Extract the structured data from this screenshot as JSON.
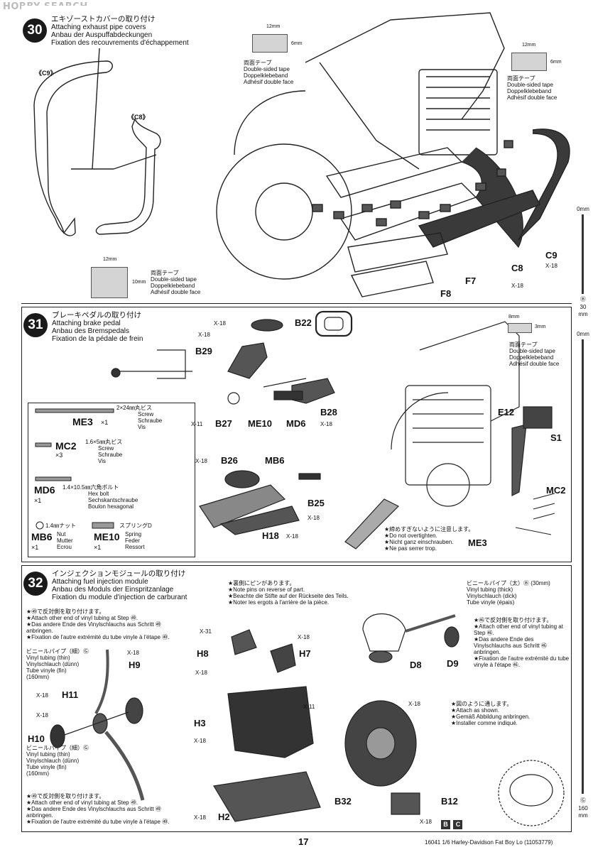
{
  "watermark": "HOBBY SEARCH",
  "step30": {
    "number": "30",
    "title_jp": "エキゾーストカバーの取り付け",
    "title_en": "Attaching exhaust pipe covers",
    "title_de": "Anbau der Auspuffabdeckungen",
    "title_fr": "Fixation des recouvrements d'échappement",
    "part_c9": "《C9》",
    "part_c8": "《C8》",
    "tape_top": {
      "w": "12mm",
      "h": "6mm",
      "jp": "両面テープ",
      "en": "Double-sided tape",
      "de": "Doppelklebeband",
      "fr": "Adhésif double face"
    },
    "tape_right": {
      "w": "12mm",
      "h": "6mm",
      "jp": "両面テープ",
      "en": "Double-sided tape",
      "de": "Doppelklebeband",
      "fr": "Adhésif double face"
    },
    "tape_bottom": {
      "w": "12mm",
      "h": "10mm",
      "jp": "両面テープ",
      "en": "Double-sided tape",
      "de": "Doppelklebeband",
      "fr": "Adhésif double face"
    },
    "labels": {
      "c9": "C9",
      "c9_x": "X-18",
      "c8": "C8",
      "c8_x": "X-18",
      "f7": "F7",
      "f8": "F8"
    }
  },
  "step31": {
    "number": "31",
    "title_jp": "ブレーキペダルの取り付け",
    "title_en": "Attaching brake pedal",
    "title_de": "Anbau des Bremspedals",
    "title_fr": "Fixation de la pédale de frein",
    "parts": {
      "me3": {
        "code": "ME3",
        "qty": "×1",
        "jp": "2×24㎜丸ビス",
        "en": "Screw",
        "de": "Schraube",
        "fr": "Vis"
      },
      "mc2": {
        "code": "MC2",
        "qty": "×3",
        "jp": "1.6×5㎜丸ビス",
        "en": "Screw",
        "de": "Schraube",
        "fr": "Vis"
      },
      "md6": {
        "code": "MD6",
        "qty": "×1",
        "jp": "1.4×10.5㎜六角ボルト",
        "en": "Hex bolt",
        "de": "Sechskantschraube",
        "fr": "Boulon hexagonal"
      },
      "mb6": {
        "code": "MB6",
        "qty": "×1",
        "jp": "1.4㎜ナット",
        "en": "Nut",
        "de": "Mutter",
        "fr": "Ecrou"
      },
      "me10": {
        "code": "ME10",
        "qty": "×1",
        "jp": "スプリングD",
        "en": "Spring",
        "de": "Feder",
        "fr": "Ressort"
      }
    },
    "labels": {
      "b22": "B22",
      "b22_x": "X-18",
      "b29": "B29",
      "b29_x": "X-18",
      "b27": "B27",
      "b27_x": "X-11",
      "me10": "ME10",
      "md6": "MD6",
      "b28": "B28",
      "b28_x": "X-18",
      "b26": "B26",
      "b26_x": "X-18",
      "mb6": "MB6",
      "b25": "B25",
      "b25_x": "X-18",
      "h18": "H18",
      "h18_x": "X-18",
      "e12": "E12",
      "s1": "S1",
      "mc2": "MC2",
      "me3": "ME3"
    },
    "tape": {
      "w": "8mm",
      "h": "3mm",
      "jp": "両面テープ",
      "en": "Double-sided tape",
      "de": "Doppelklebeband",
      "fr": "Adhésif double face"
    },
    "note": {
      "jp": "★締めすぎないように注意します。",
      "en": "★Do not overtighten.",
      "de": "★Nicht ganz einschrauben.",
      "fr": "★Ne pas serrer trop."
    }
  },
  "step32": {
    "number": "32",
    "title_jp": "インジェクションモジュールの取り付け",
    "title_en": "Attaching fuel injection module",
    "title_de": "Anbau des Moduls der Einspritzanlage",
    "title_fr": "Fixation du module d'injection de carburant",
    "note_step52": [
      "★㊾で反対側を取り付けます。",
      "★Attach other end of vinyl tubing at Step ㊾.",
      "★Das andere Ende des Vinylschlauchs aus Schritt ㊾ anbringen.",
      "★Fixation de l'autre extrémité du tube vinyle à l'étape ㊾."
    ],
    "tube_thin_top": {
      "jp": "ビニールパイプ（細）Ⓖ",
      "en": "Vinyl tubing (thin)",
      "de": "Vinylschlauch (dünn)",
      "fr": "Tube vinyle (fin)",
      "len": "(160mm)"
    },
    "tube_thin_bottom": {
      "jp": "ビニールパイプ（細）Ⓖ",
      "en": "Vinyl tubing (thin)",
      "de": "Vinylschlauch (dünn)",
      "fr": "Tube vinyle (fin)",
      "len": "(160mm)"
    },
    "note_bottom": [
      "★㊾で反対側を取り付けます。",
      "★Attach other end of vinyl tubing at Step ㊾.",
      "★Das andere Ende des Vinylschlauchs aus Schritt ㊾ anbringen.",
      "★Fixation de l'autre extrémité du tube vinyle à l'étape ㊾."
    ],
    "note_pins": [
      "★裏側にピンがあります。",
      "★Note pins on reverse of part.",
      "★Beachte die Stifte auf der Rückseite des Teils.",
      "★Noter les ergots à l'arrière de la pièce."
    ],
    "tube_thick": {
      "jp": "ビニールパイプ（太）Ⓑ (30mm)",
      "en": "Vinyl tubing (thick)",
      "de": "Vinylschlauch (dick)",
      "fr": "Tube vinyle (épais)"
    },
    "note_step46": [
      "★㊻で反対側を取り付けます。",
      "★Attach other end of vinyl tubing at Step ㊻.",
      "★Das andere Ende des Vinylschlauchs aus Schritt ㊻ anbringen.",
      "★Fixation de l'autre extrémité du tube vinyle à l'étape ㊻."
    ],
    "note_attach": [
      "★図のように通します。",
      "★Attach as shown.",
      "★Gemäß Abbildung anbringen.",
      "★Installer comme indiqué."
    ],
    "labels": {
      "h9": "H9",
      "h9_x": "X-18",
      "h11": "H11",
      "h11_x": "X-18",
      "h10": "H10",
      "h10_x": "X-18",
      "h8": "H8",
      "h8_x": "X-18",
      "x31": "X-31",
      "h7": "H7",
      "h7_x": "X-18",
      "h3": "H3",
      "h3_x": "X-18",
      "x11": "X-11",
      "h2": "H2",
      "h2_x": "X-18",
      "d8": "D8",
      "d9": "D9",
      "b32": "B32",
      "b12": "B12",
      "b12_x": "X-18",
      "x18_top": "X-18",
      "badge_b": "B",
      "badge_c": "C"
    }
  },
  "ruler": {
    "label_b": "Ⓑ",
    "b_len": "30",
    "b_unit": "mm",
    "zero_top": "0mm",
    "zero_mid": "0mm",
    "label_g": "Ⓖ",
    "g_len": "160",
    "g_unit": "mm"
  },
  "footer": {
    "page": "17",
    "product": "16041  1/6 Harley-Davidson Fat Boy Lo (11053779)"
  }
}
